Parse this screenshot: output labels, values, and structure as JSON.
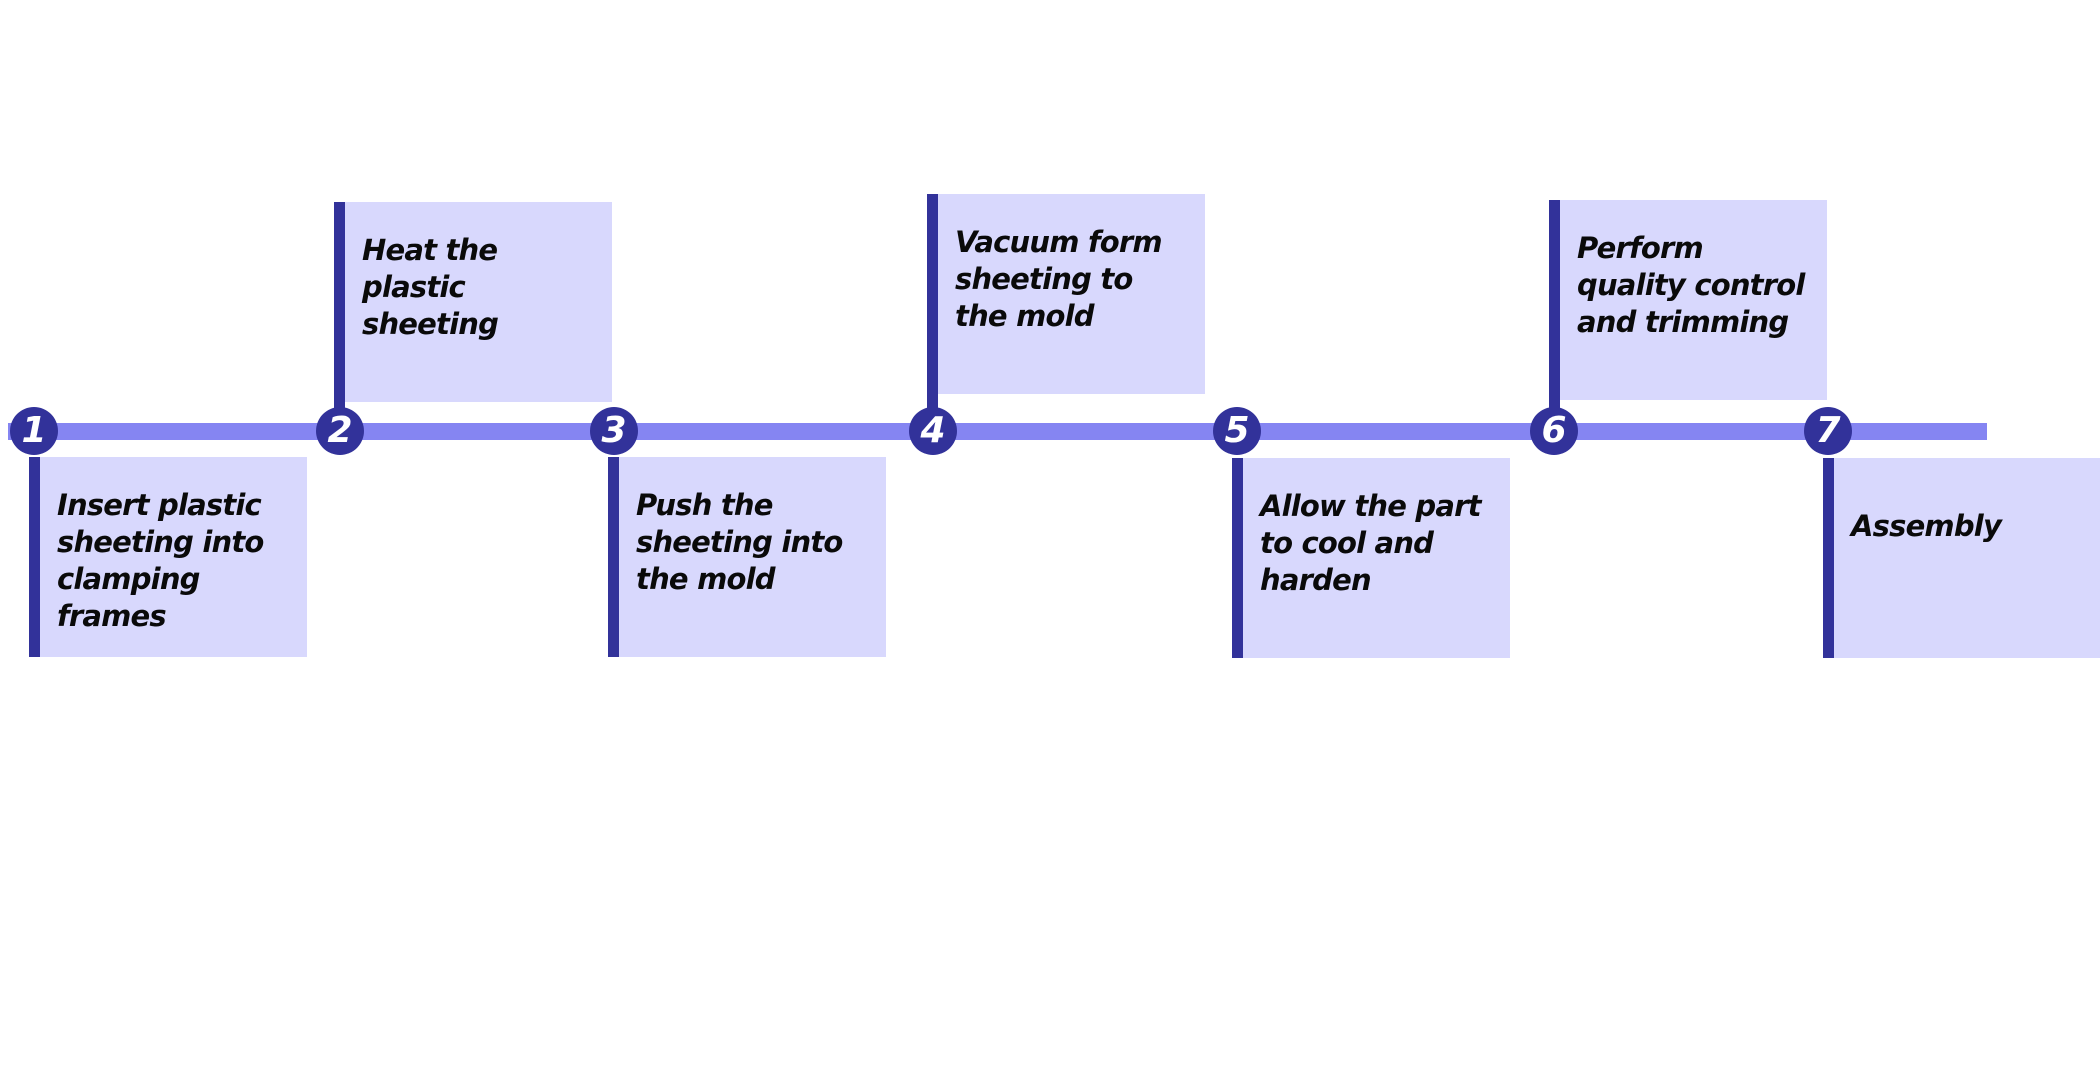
{
  "colors": {
    "line": "#8585f2",
    "accent": "#32329a",
    "box": "#d8d8fd",
    "text": "#0a0a0a",
    "number": "#ffffff"
  },
  "steps": [
    {
      "number": "1",
      "text": "Insert plastic sheeting into clamping frames"
    },
    {
      "number": "2",
      "text": "Heat the plastic sheeting"
    },
    {
      "number": "3",
      "text": "Push the sheeting into the mold"
    },
    {
      "number": "4",
      "text": "Vacuum form sheeting to the mold"
    },
    {
      "number": "5",
      "text": "Allow the part to cool and harden"
    },
    {
      "number": "6",
      "text": "Perform quality control and trimming"
    },
    {
      "number": "7",
      "text": "Assembly"
    }
  ]
}
